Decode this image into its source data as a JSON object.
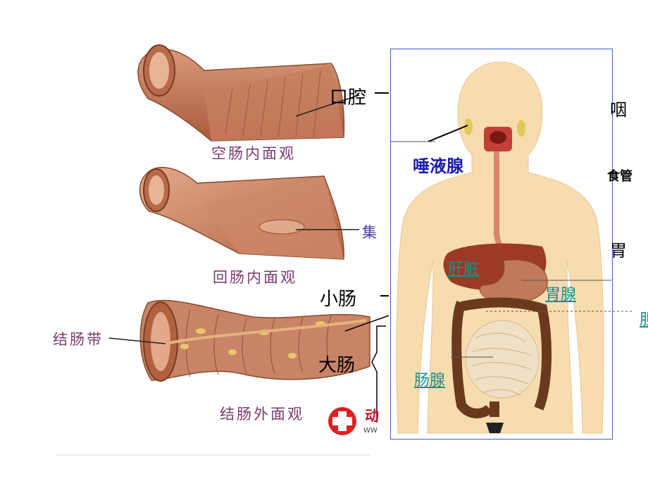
{
  "left_panel": {
    "jejunum_caption": "空肠内面观",
    "ileum_caption": "回肠内面观",
    "ileum_callout": "集",
    "colon_caption": "结肠外面观",
    "colon_band_label": "结肠带",
    "watermark_char": "动",
    "watermark_sub": "WW"
  },
  "diagram": {
    "labels": {
      "mouth": "口腔",
      "pharynx": "咽",
      "salivary_gland": "唾液腺",
      "esophagus": "食管",
      "stomach": "胃",
      "liver": "肝脏",
      "gastric_gland": "胃腺",
      "small_intestine": "小肠",
      "large_intestine": "大肠",
      "intestinal_gland": "肠腺",
      "right_edge_fragment": "胆"
    }
  },
  "colors": {
    "frame_border": "#3a5fc9",
    "caption": "#7b3a6e",
    "blue_label": "#1a1ab0",
    "teal_label": "#1e8c8c",
    "skin": "#f6dcae",
    "intestine": "#c07a5a",
    "liver": "#9c3a25",
    "colon": "#6b3a1e"
  }
}
